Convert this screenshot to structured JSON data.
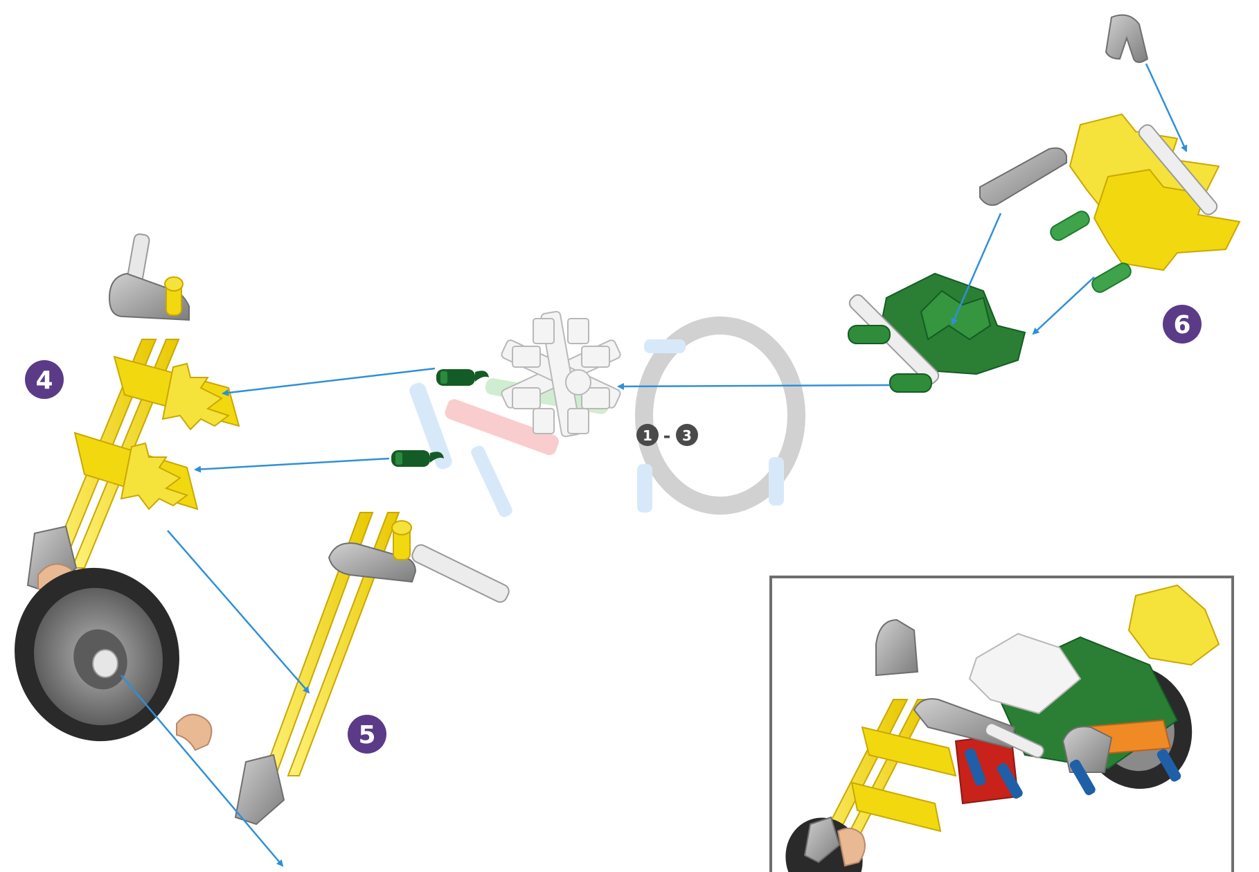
{
  "steps": [
    {
      "label": "4"
    },
    {
      "label": "5"
    },
    {
      "label": "6"
    }
  ],
  "previous_steps": {
    "from": "1",
    "separator": "-",
    "to": "3"
  },
  "colors": {
    "badge": "#5b3a87",
    "dark_badge": "#4a4a4a",
    "arrow": "#2f8fd8",
    "yellow_rod": "#f7e21b",
    "yellow_connector": "#f2d90f",
    "green_connector": "#1f7a2c",
    "dark_green_clip": "#145c25",
    "white_connector": "#f2f2f2",
    "gray_part": "#9a9a9a",
    "tan_clip": "#e9b993",
    "tire": "#2a2a2a",
    "hub": "#7a7a7a",
    "red_part": "#c8221a",
    "blue_part": "#1f5fa8",
    "orange_part": "#f08a24",
    "inset_border": "#6e6e6e"
  }
}
